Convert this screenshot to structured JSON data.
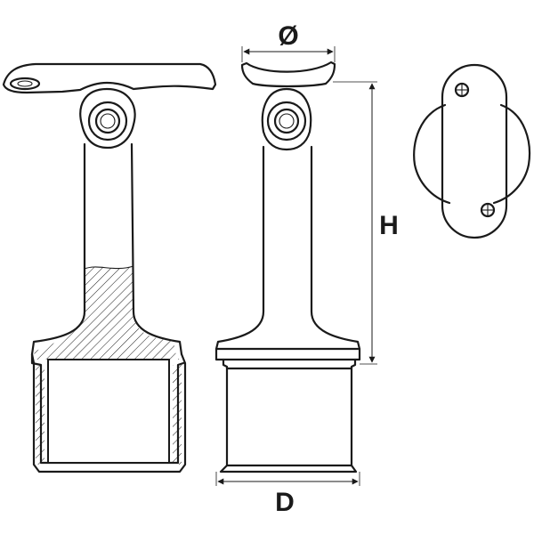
{
  "dimensions": {
    "diameter_label": "Ø",
    "height_label": "H",
    "depth_label": "D"
  },
  "views": [
    "front-section-view",
    "side-view",
    "top-view"
  ],
  "colors": {
    "line": "#1a1a1a",
    "background": "#ffffff"
  }
}
